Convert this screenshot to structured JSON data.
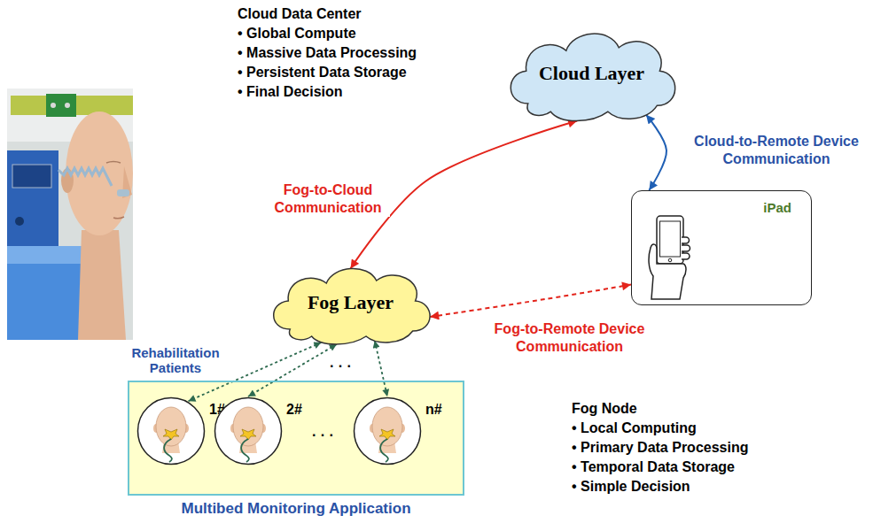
{
  "diagram": {
    "nodes": [
      {
        "text": [
          "Cloud Layer"
        ]
      },
      {
        "text": [
          "iPad"
        ]
      },
      {
        "text": [
          "Fog Layer"
        ]
      },
      {
        "text": [
          "Multibed Monitoring Application"
        ]
      },
      {
        "text": [
          "1#"
        ],
        "in": 3
      },
      {
        "text": [
          "2#"
        ],
        "in": 3
      },
      {
        "text": [
          "n#"
        ],
        "in": 3
      }
    ],
    "edges": [
      {
        "from": 2,
        "to": 0,
        "arrow": "both",
        "label": "Fog-to-Cloud Communication"
      },
      {
        "from": 0,
        "to": 1,
        "arrow": "both",
        "label": "Cloud-to-Remote Device Communication"
      },
      {
        "from": 2,
        "to": 1,
        "arrow": "both",
        "label": "Fog-to-Remote Device Communication"
      },
      {
        "from": 2,
        "to": 4,
        "arrow": "both"
      },
      {
        "from": 2,
        "to": 5,
        "arrow": "both"
      },
      {
        "from": 2,
        "to": 6,
        "arrow": "both"
      }
    ],
    "labels": [
      "Cloud Data Center",
      "• Global Compute",
      "• Massive Data Processing",
      "• Persistent Data Storage",
      "• Final Decision",
      "Rehabilitation Patients",
      "· · ·",
      "· · ·",
      "Fog Node",
      "• Local Computing",
      "• Primary Data Processing",
      "• Temporal Data Storage",
      "• Simple Decision"
    ]
  }
}
